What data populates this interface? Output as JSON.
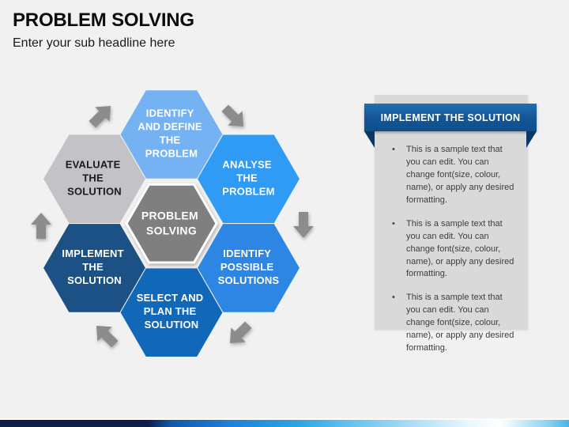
{
  "slide": {
    "title": "PROBLEM SOLVING",
    "subtitle": "Enter your sub headline here",
    "background_color": "#F1F1F2",
    "bottom_bar_colors": [
      "#101D4B",
      "#1E7FD6",
      "#2BA4E4",
      "#FFFFFF",
      "#45B6E8"
    ]
  },
  "diagram": {
    "arrow_color": "#8C8C8C",
    "arrow_icons": [
      "cycle-arrow-ne",
      "cycle-arrow-se",
      "cycle-arrow-s",
      "cycle-arrow-sw",
      "cycle-arrow-nw",
      "cycle-arrow-n"
    ],
    "center": {
      "id": "problem-solving",
      "lines": [
        "PROBLEM",
        "SOLVING"
      ],
      "color": "#7F7F7F",
      "text_color": "#FFFFFF",
      "border_color": "#FFFFFF"
    },
    "hexagons": [
      {
        "id": "identify-define",
        "lines": [
          "IDENTIFY",
          "AND DEFINE",
          "THE",
          "PROBLEM"
        ],
        "color": "#74B2F3",
        "text_color": "#FFFFFF"
      },
      {
        "id": "analyse",
        "lines": [
          "ANALYSE",
          "THE",
          "PROBLEM"
        ],
        "color": "#2F9BF4",
        "text_color": "#FFFFFF"
      },
      {
        "id": "identify-possible",
        "lines": [
          "IDENTIFY",
          "POSSIBLE",
          "SOLUTIONS"
        ],
        "color": "#2E86E4",
        "text_color": "#FFFFFF"
      },
      {
        "id": "select-plan",
        "lines": [
          "SELECT AND",
          "PLAN THE",
          "SOLUTION"
        ],
        "color": "#1268B8",
        "text_color": "#FFFFFF"
      },
      {
        "id": "implement",
        "lines": [
          "IMPLEMENT",
          "THE",
          "SOLUTION"
        ],
        "color": "#1B5184",
        "text_color": "#FFFFFF"
      },
      {
        "id": "evaluate",
        "lines": [
          "EVALUATE",
          "THE",
          "SOLUTION"
        ],
        "color": "#C3C3C7",
        "text_color": "#1A1A1A"
      }
    ]
  },
  "panel": {
    "header": "IMPLEMENT THE SOLUTION",
    "header_bg": "#135595",
    "fold_color": "#0A3866",
    "body_bg": "#D9D9D9",
    "bullets": [
      "This is a sample text that you can edit. You can change font(size, colour, name), or apply any desired formatting.",
      "This is a sample text that you can edit. You can change font(size, colour, name), or apply any desired formatting.",
      "This is a sample text that you can edit. You can change font(size, colour, name), or apply any desired formatting."
    ]
  }
}
